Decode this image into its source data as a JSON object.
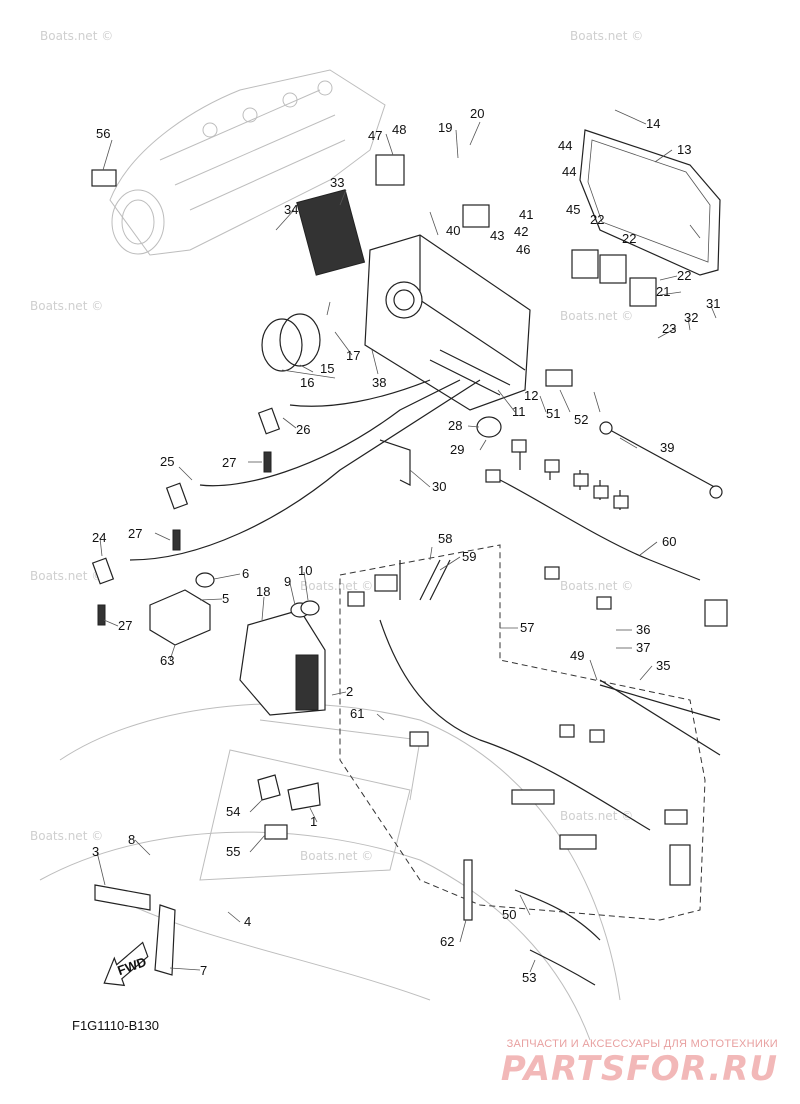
{
  "diagram": {
    "code": "F1G1110-B130",
    "fwd_label": "FWD",
    "callouts": [
      {
        "id": "1",
        "label": "1"
      },
      {
        "id": "2",
        "label": "2"
      },
      {
        "id": "3",
        "label": "3"
      },
      {
        "id": "4",
        "label": "4"
      },
      {
        "id": "5",
        "label": "5"
      },
      {
        "id": "6",
        "label": "6"
      },
      {
        "id": "7",
        "label": "7"
      },
      {
        "id": "8",
        "label": "8"
      },
      {
        "id": "9",
        "label": "9"
      },
      {
        "id": "10",
        "label": "10"
      },
      {
        "id": "11",
        "label": "11"
      },
      {
        "id": "12",
        "label": "12"
      },
      {
        "id": "13",
        "label": "13"
      },
      {
        "id": "14",
        "label": "14"
      },
      {
        "id": "15",
        "label": "15"
      },
      {
        "id": "16",
        "label": "16"
      },
      {
        "id": "17",
        "label": "17"
      },
      {
        "id": "18",
        "label": "18"
      },
      {
        "id": "19",
        "label": "19"
      },
      {
        "id": "20",
        "label": "20"
      },
      {
        "id": "21",
        "label": "21"
      },
      {
        "id": "22a",
        "label": "22"
      },
      {
        "id": "22b",
        "label": "22"
      },
      {
        "id": "22c",
        "label": "22"
      },
      {
        "id": "23",
        "label": "23"
      },
      {
        "id": "24",
        "label": "24"
      },
      {
        "id": "25",
        "label": "25"
      },
      {
        "id": "26",
        "label": "26"
      },
      {
        "id": "27a",
        "label": "27"
      },
      {
        "id": "27b",
        "label": "27"
      },
      {
        "id": "27c",
        "label": "27"
      },
      {
        "id": "28",
        "label": "28"
      },
      {
        "id": "29",
        "label": "29"
      },
      {
        "id": "30",
        "label": "30"
      },
      {
        "id": "31",
        "label": "31"
      },
      {
        "id": "32",
        "label": "32"
      },
      {
        "id": "33",
        "label": "33"
      },
      {
        "id": "34",
        "label": "34"
      },
      {
        "id": "35",
        "label": "35"
      },
      {
        "id": "36",
        "label": "36"
      },
      {
        "id": "37",
        "label": "37"
      },
      {
        "id": "38",
        "label": "38"
      },
      {
        "id": "39",
        "label": "39"
      },
      {
        "id": "40",
        "label": "40"
      },
      {
        "id": "41",
        "label": "41"
      },
      {
        "id": "42",
        "label": "42"
      },
      {
        "id": "43",
        "label": "43"
      },
      {
        "id": "44a",
        "label": "44"
      },
      {
        "id": "44b",
        "label": "44"
      },
      {
        "id": "45",
        "label": "45"
      },
      {
        "id": "46",
        "label": "46"
      },
      {
        "id": "47",
        "label": "47"
      },
      {
        "id": "48",
        "label": "48"
      },
      {
        "id": "49",
        "label": "49"
      },
      {
        "id": "50",
        "label": "50"
      },
      {
        "id": "51",
        "label": "51"
      },
      {
        "id": "52",
        "label": "52"
      },
      {
        "id": "53",
        "label": "53"
      },
      {
        "id": "54",
        "label": "54"
      },
      {
        "id": "55",
        "label": "55"
      },
      {
        "id": "56",
        "label": "56"
      },
      {
        "id": "57",
        "label": "57"
      },
      {
        "id": "58",
        "label": "58"
      },
      {
        "id": "59",
        "label": "59"
      },
      {
        "id": "60",
        "label": "60"
      },
      {
        "id": "61",
        "label": "61"
      },
      {
        "id": "62",
        "label": "62"
      },
      {
        "id": "63",
        "label": "63"
      }
    ]
  },
  "watermark": {
    "text": "Boats.net ©"
  },
  "brand": {
    "tagline": "ЗАПЧАСТИ И АКСЕССУАРЫ ДЛЯ МОТОТЕХНИКИ",
    "logo_text": "PARTSFOR.RU"
  },
  "colors": {
    "line": "#222222",
    "watermark": "#cfcfcf",
    "brand": "#f2b8b8"
  }
}
